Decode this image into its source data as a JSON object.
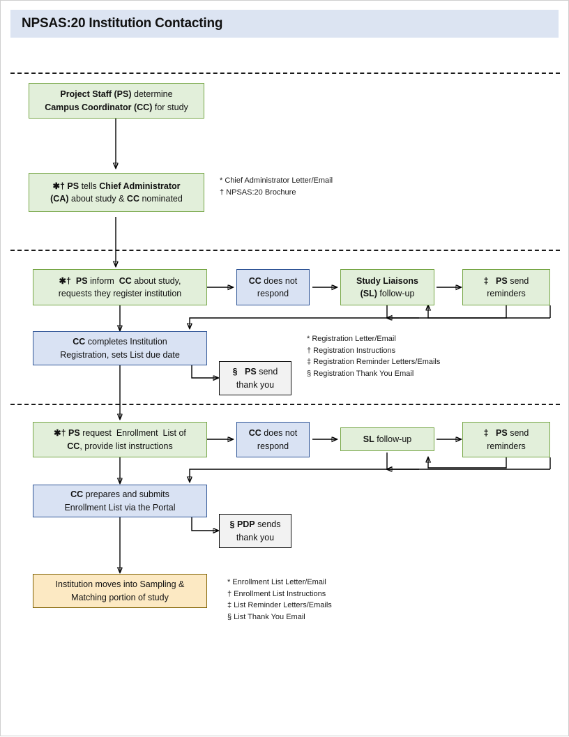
{
  "header": {
    "title": "NPSAS:20 Institution Contacting"
  },
  "colors": {
    "title_band": "#DCE4F2",
    "green_fill": "#E2EFDA",
    "green_border": "#76A646",
    "blue_fill": "#D9E2F3",
    "blue_border": "#2E5496",
    "gray_fill": "#F2F2F2",
    "gray_border": "#0D0D0D",
    "yellow_fill": "#FCE9C3",
    "yellow_border": "#7F6000"
  },
  "sections": [
    {
      "id": "section-1",
      "nodes": [
        {
          "id": "ps-determine-cc",
          "type": "green",
          "line1_html": "<b>Project Staff (PS)</b> determine",
          "line2_html": "<b>Campus Coordinator (CC)</b> for study",
          "text": "Project Staff (PS) determine Campus Coordinator (CC) for study"
        },
        {
          "id": "ps-tells-ca",
          "type": "green",
          "line1_html": "<span class='sym'>&#10033;&#8224;</span> <b>PS</b> tells <b>Chief Administrator</b>",
          "line2_html": "<b>(CA)</b> about study &amp; <b>CC</b> nominated",
          "text": "*† PS tells Chief Administrator (CA) about study & CC nominated"
        }
      ],
      "footnotes": [
        "* Chief Administrator Letter/Email",
        "† NPSAS:20 Brochure"
      ]
    },
    {
      "id": "section-2",
      "nodes": [
        {
          "id": "ps-inform-cc-register",
          "type": "green",
          "line1_html": "<span class='sym'>&#10033;&#8224;</span>&nbsp; <b>PS</b> inform&nbsp; <b>CC</b> about study,",
          "line2_html": "requests they register institution",
          "text": "*† PS inform CC about study, requests they register institution"
        },
        {
          "id": "cc-does-not-respond-1",
          "type": "blue",
          "line1_html": "<b>CC</b> does not",
          "line2_html": "respond",
          "text": "CC does not respond"
        },
        {
          "id": "study-liaisons-follow-up",
          "type": "green",
          "line1_html": "<b>Study Liaisons</b>",
          "line2_html": "<b>(SL)</b> follow-up",
          "text": "Study Liaisons (SL) follow-up"
        },
        {
          "id": "ps-send-reminders-1",
          "type": "green",
          "line1_html": "<span class='sym'>&#8225;</span>&nbsp;&nbsp; <b>PS</b> send",
          "line2_html": "reminders",
          "text": "‡ PS send reminders"
        },
        {
          "id": "cc-completes-registration",
          "type": "blue",
          "line1_html": "<b>CC</b> completes Institution",
          "line2_html": "Registration, sets List due date",
          "text": "CC completes Institution Registration, sets List due date"
        },
        {
          "id": "ps-send-thank-you",
          "type": "gray",
          "line1_html": "<span class='sym'>&#167;</span>&nbsp;&nbsp; <b>PS</b> send",
          "line2_html": "thank you",
          "text": "§ PS send thank you"
        }
      ],
      "footnotes": [
        "* Registration Letter/Email",
        "† Registration Instructions",
        "‡ Registration Reminder Letters/Emails",
        "§ Registration Thank You Email"
      ]
    },
    {
      "id": "section-3",
      "nodes": [
        {
          "id": "ps-request-enrollment-list",
          "type": "green",
          "line1_html": "<span class='sym'>&#10033;&#8224;</span> <b>PS</b> request&nbsp; Enrollment&nbsp; List of",
          "line2_html": "<b>CC</b>, provide list instructions",
          "text": "*† PS request Enrollment List of CC, provide list instructions"
        },
        {
          "id": "cc-does-not-respond-2",
          "type": "blue",
          "line1_html": "<b>CC</b> does not",
          "line2_html": "respond",
          "text": "CC does not respond"
        },
        {
          "id": "sl-follow-up",
          "type": "green",
          "line1_html": "<b>SL</b> follow-up",
          "line2_html": "",
          "text": "SL follow-up"
        },
        {
          "id": "ps-send-reminders-2",
          "type": "green",
          "line1_html": "<span class='sym'>&#8225;</span>&nbsp;&nbsp; <b>PS</b> send",
          "line2_html": "reminders",
          "text": "‡ PS send reminders"
        },
        {
          "id": "cc-prepares-submits-list",
          "type": "blue",
          "line1_html": "<b>CC</b> prepares and submits",
          "line2_html": "Enrollment List via the Portal",
          "text": "CC prepares and submits Enrollment List via the Portal"
        },
        {
          "id": "pdp-sends-thank-you",
          "type": "gray",
          "line1_html": "<span class='sym'>&#167;</span> <b>PDP</b> sends",
          "line2_html": "thank you",
          "text": "§ PDP sends thank you"
        },
        {
          "id": "institution-moves-sampling",
          "type": "yellow",
          "line1_html": "Institution moves into Sampling &amp;",
          "line2_html": "Matching portion of study",
          "text": "Institution moves into Sampling & Matching portion of study"
        }
      ],
      "footnotes": [
        "* Enrollment List Letter/Email",
        "† Enrollment List Instructions",
        "‡ List Reminder Letters/Emails",
        "§ List Thank You Email"
      ]
    }
  ]
}
